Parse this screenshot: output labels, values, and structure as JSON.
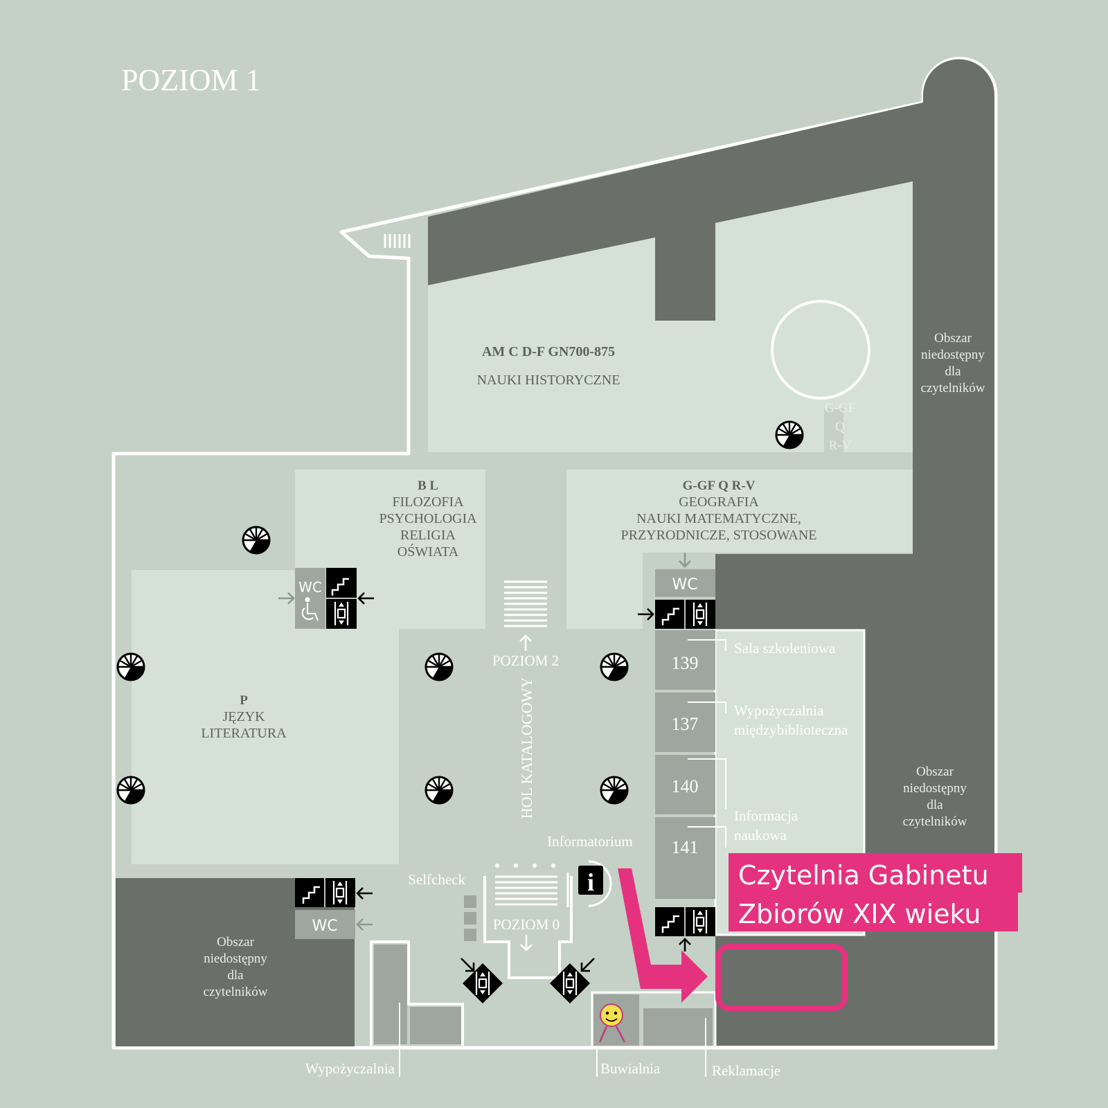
{
  "level_title": "POZIOM 1",
  "colors": {
    "background": "#c5d1c6",
    "wall": "#ffffff",
    "dark_zone": "#6a6f6a",
    "light_room": "#d5e1d6",
    "mid_grey": "#9ea69f",
    "highlight": "#e5327e"
  },
  "zones": {
    "historical": {
      "codes": "AM C D-F GN700-875",
      "name": "NAUKI HISTORYCZNE"
    },
    "round_room": {
      "line1": "G-GF",
      "line2": "Q",
      "line3": "R-V"
    },
    "philosophy": {
      "codes": "B L",
      "line1": "FILOZOFIA",
      "line2": "PSYCHOLOGIA",
      "line3": "RELIGIA",
      "line4": "OŚWIATA"
    },
    "geography": {
      "codes": "G-GF  Q  R-V",
      "line1": "GEOGRAFIA",
      "line2": "NAUKI MATEMATYCZNE,",
      "line3": "PRZYRODNICZE, STOSOWANE"
    },
    "language": {
      "codes": "P",
      "line1": "JĘZYK",
      "line2": "LITERATURA"
    },
    "catalog_hall": "HOL KATALOGOWY"
  },
  "restricted": {
    "line1": "Obszar",
    "line2": "niedostępny",
    "line3": "dla",
    "line4": "czytelników"
  },
  "rooms": [
    {
      "number": "139",
      "label_line1": "Sala szkoleniowa",
      "label_line2": ""
    },
    {
      "number": "137",
      "label_line1": "Wypożyczalnia",
      "label_line2": "międzybiblioteczna"
    },
    {
      "number": "140",
      "label_line1": "",
      "label_line2": ""
    },
    {
      "number": "141",
      "label_line1": "Informacja",
      "label_line2": "naukowa"
    }
  ],
  "facilities": {
    "wc": "WC",
    "info_glyph": "i",
    "informatorium": "Informatorium",
    "selfcheck": "Selfcheck",
    "to_level_2": "POZIOM 2",
    "to_level_0": "POZIOM 0",
    "lending": "Wypożyczalnia",
    "buwialnia": "Buwialnia",
    "complaints": "Reklamacje"
  },
  "callout": {
    "line1": "Czytelnia Gabinetu",
    "line2": "Zbiorów XIX wieku"
  },
  "icons": {
    "staircase": "staircase-icon",
    "elevator": "elevator-icon",
    "wheelchair": "wheelchair-icon",
    "info": "info-icon",
    "column": "column-icon",
    "arrow": "arrow-icon"
  }
}
